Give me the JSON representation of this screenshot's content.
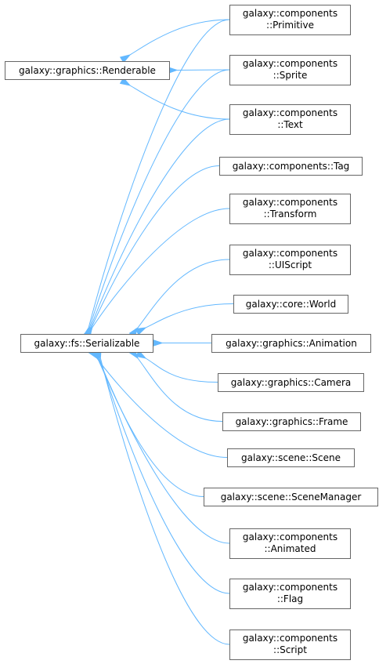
{
  "diagram": {
    "edge_color": "#63b8ff",
    "base_classes": [
      {
        "id": "renderable",
        "lines": [
          "galaxy::graphics::Renderable"
        ]
      },
      {
        "id": "serializable",
        "lines": [
          "galaxy::fs::Serializable"
        ]
      }
    ],
    "derived_classes": [
      {
        "id": "primitive",
        "lines": [
          "galaxy::components",
          "::Primitive"
        ],
        "bases": [
          "renderable",
          "serializable"
        ]
      },
      {
        "id": "sprite",
        "lines": [
          "galaxy::components",
          "::Sprite"
        ],
        "bases": [
          "renderable",
          "serializable"
        ]
      },
      {
        "id": "text",
        "lines": [
          "galaxy::components",
          "::Text"
        ],
        "bases": [
          "renderable",
          "serializable"
        ]
      },
      {
        "id": "tag",
        "lines": [
          "galaxy::components::Tag"
        ],
        "bases": [
          "serializable"
        ]
      },
      {
        "id": "transform",
        "lines": [
          "galaxy::components",
          "::Transform"
        ],
        "bases": [
          "serializable"
        ]
      },
      {
        "id": "uiscript",
        "lines": [
          "galaxy::components",
          "::UIScript"
        ],
        "bases": [
          "serializable"
        ]
      },
      {
        "id": "world",
        "lines": [
          "galaxy::core::World"
        ],
        "bases": [
          "serializable"
        ]
      },
      {
        "id": "animation",
        "lines": [
          "galaxy::graphics::Animation"
        ],
        "bases": [
          "serializable"
        ]
      },
      {
        "id": "camera",
        "lines": [
          "galaxy::graphics::Camera"
        ],
        "bases": [
          "serializable"
        ]
      },
      {
        "id": "frame",
        "lines": [
          "galaxy::graphics::Frame"
        ],
        "bases": [
          "serializable"
        ]
      },
      {
        "id": "scene",
        "lines": [
          "galaxy::scene::Scene"
        ],
        "bases": [
          "serializable"
        ]
      },
      {
        "id": "scenemanager",
        "lines": [
          "galaxy::scene::SceneManager"
        ],
        "bases": [
          "serializable"
        ]
      },
      {
        "id": "animated",
        "lines": [
          "galaxy::components",
          "::Animated"
        ],
        "bases": [
          "serializable"
        ]
      },
      {
        "id": "flag",
        "lines": [
          "galaxy::components",
          "::Flag"
        ],
        "bases": [
          "serializable"
        ]
      },
      {
        "id": "script",
        "lines": [
          "galaxy::components",
          "::Script"
        ],
        "bases": [
          "serializable"
        ]
      }
    ]
  }
}
